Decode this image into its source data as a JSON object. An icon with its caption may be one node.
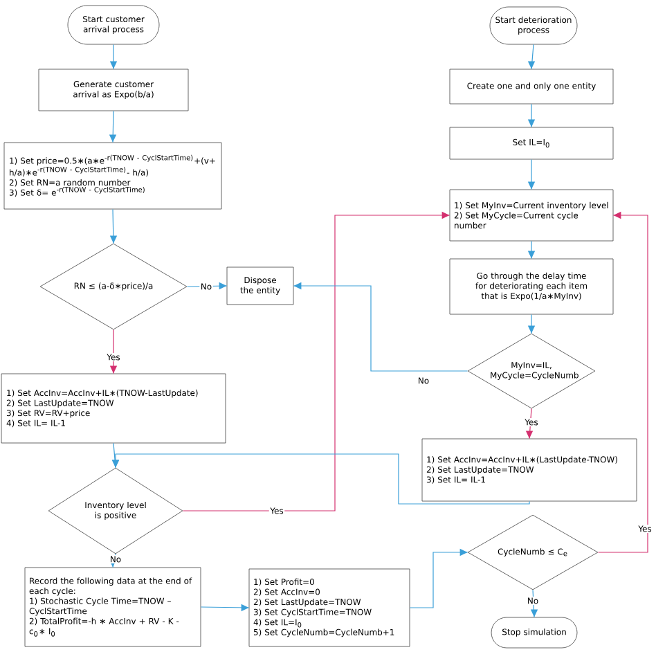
{
  "diagram": {
    "nodes": [
      {
        "text": [
          "Start customer arrival process"
        ]
      },
      {
        "text": [
          "Generate customer arrival as Expo(b/a)"
        ]
      },
      {
        "text": [
          "1) Set price=0.5∗(a∗e$^{-r(TNOW - CyclStartTime)}$+(v+ h/a)∗e$^{-r(TNOW - CyclStartTime)}$- h/a)",
          "2) Set RN=a random number",
          "3) Set δ= e$^{-r(TNOW - CyclStartTime)}$"
        ]
      },
      {
        "text": [
          "RN ≤ (a-δ∗price)/a"
        ]
      },
      {
        "text": [
          "Dispose the entity"
        ]
      },
      {
        "text": [
          "1) Set AccInv=AccInv+IL∗(TNOW-LastUpdate)",
          "2) Set LastUpdate=TNOW",
          "3) Set RV=RV+price",
          "4) Set IL= IL-1"
        ]
      },
      {
        "text": [
          "Inventory level is positive"
        ]
      },
      {
        "text": [
          "Record the following data at the end of each cycle:",
          "1) Stochastic Cycle Time=TNOW – CyclStartTime",
          "2) TotalProfit=-h ∗ AccInv + RV - K - c$_{0}$∗ I$_{0}$"
        ]
      },
      {
        "text": [
          "1) Set Profit=0",
          "2) Set AccInv=0",
          "2) Set LastUpdate=TNOW",
          "3) Set CyclStartTime=TNOW",
          "4) Set IL=I$_{0}$",
          "5) Set CycleNumb=CycleNumb+1"
        ]
      },
      {
        "text": [
          "Start deterioration process"
        ]
      },
      {
        "text": [
          "Create one and only one entity"
        ]
      },
      {
        "text": [
          "Set IL=I$_{0}$"
        ]
      },
      {
        "text": [
          "1) Set MyInv=Current inventory level",
          "2) Set MyCycle=Current cycle number"
        ]
      },
      {
        "text": [
          "Go through the delay time for deteriorating each item that is Expo(1/a∗MyInv)"
        ]
      },
      {
        "text": [
          "MyInv=IL, MyCycle=CycleNumb"
        ]
      },
      {
        "text": [
          "1) Set AccInv=AccInv+IL∗(LastUpdate-TNOW)",
          "2) Set LastUpdate=TNOW",
          "3) Set IL= IL-1"
        ]
      },
      {
        "text": [
          "CycleNumb ≤ C$_{e}$"
        ]
      },
      {
        "text": [
          "Stop simulation"
        ]
      }
    ],
    "edges": [
      {
        "from": 0,
        "to": 1,
        "arrow": "to"
      },
      {
        "from": 1,
        "to": 2,
        "arrow": "to"
      },
      {
        "from": 2,
        "to": 3,
        "arrow": "to"
      },
      {
        "from": 3,
        "to": 4,
        "arrow": "to",
        "label": "No"
      },
      {
        "from": 3,
        "to": 5,
        "arrow": "to",
        "label": "Yes",
        "color": "#d4306f"
      },
      {
        "from": 5,
        "to": 6,
        "arrow": "to"
      },
      {
        "from": 6,
        "to": 12,
        "arrow": "to",
        "label": "Yes",
        "color": "#d4306f"
      },
      {
        "from": 6,
        "to": 7,
        "arrow": "to",
        "label": "No"
      },
      {
        "from": 7,
        "to": 8,
        "arrow": "to"
      },
      {
        "from": 8,
        "to": 16,
        "arrow": "to"
      },
      {
        "from": 9,
        "to": 10,
        "arrow": "to"
      },
      {
        "from": 10,
        "to": 11,
        "arrow": "to"
      },
      {
        "from": 11,
        "to": 12,
        "arrow": "to"
      },
      {
        "from": 12,
        "to": 13,
        "arrow": "to"
      },
      {
        "from": 13,
        "to": 14,
        "arrow": "to"
      },
      {
        "from": 14,
        "to": 15,
        "arrow": "to",
        "label": "Yes",
        "color": "#d4306f"
      },
      {
        "from": 14,
        "to": 4,
        "arrow": "to",
        "label": "No"
      },
      {
        "from": 15,
        "to": 6,
        "arrow": "to"
      },
      {
        "from": 16,
        "to": 12,
        "arrow": "to",
        "label": "Yes",
        "color": "#d4306f"
      },
      {
        "from": 16,
        "to": 17,
        "arrow": "to",
        "label": "No"
      }
    ]
  }
}
